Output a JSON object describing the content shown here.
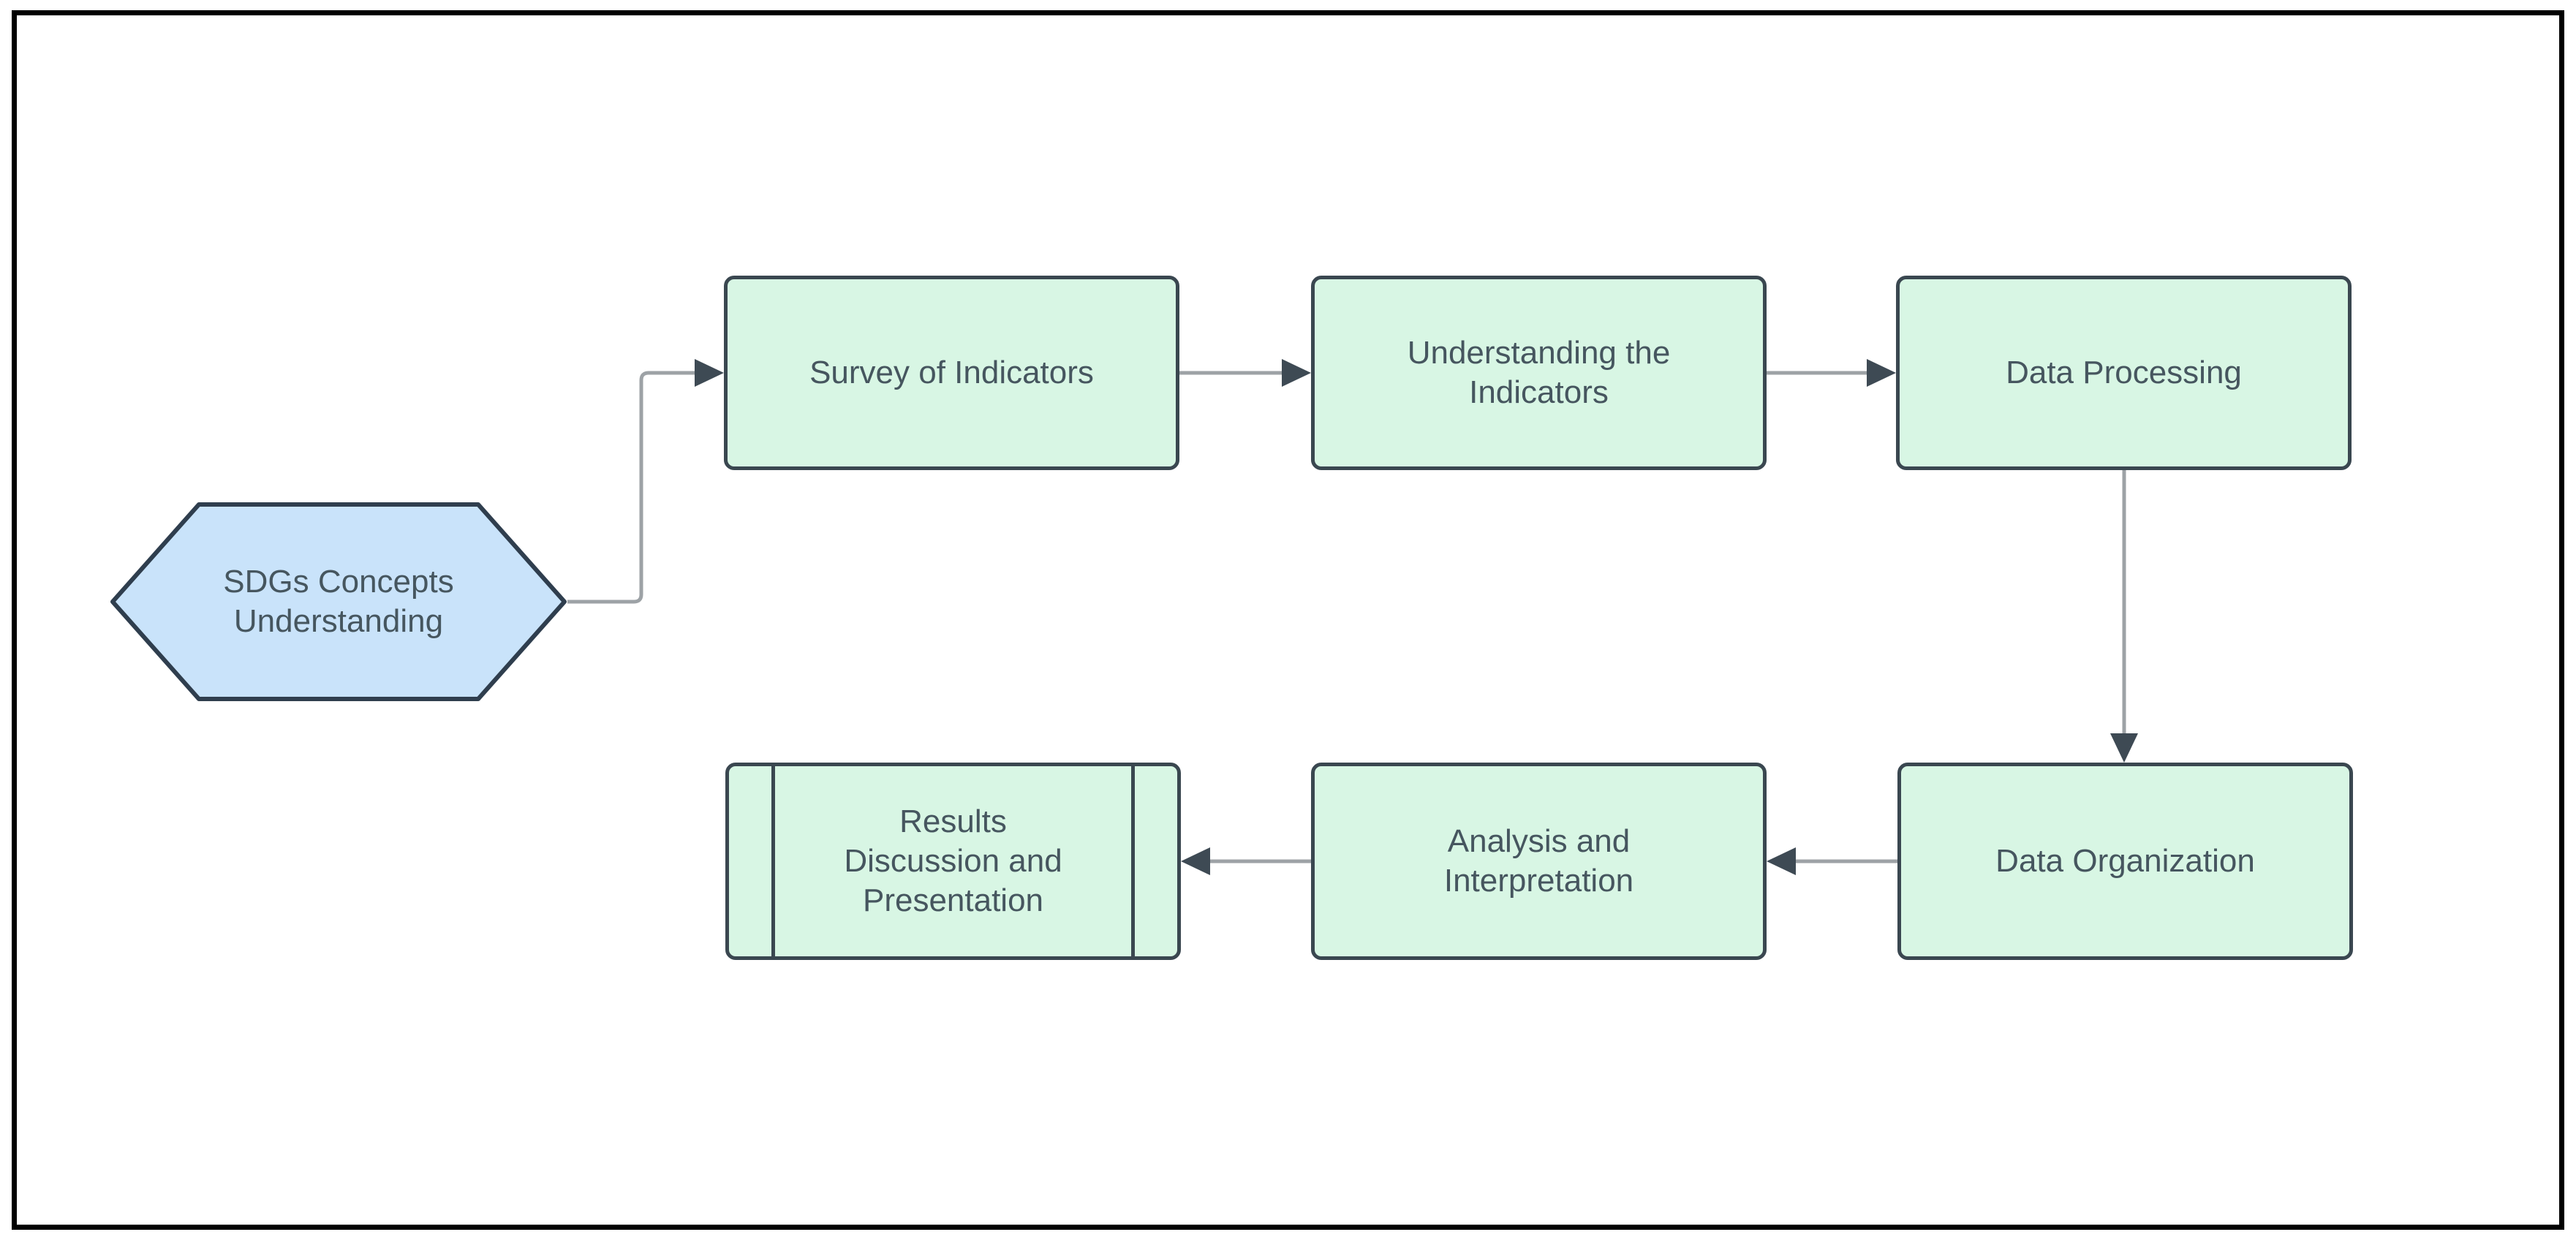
{
  "diagram": {
    "type": "flowchart",
    "background_color": "#ffffff",
    "frame_color": "#000000",
    "colors": {
      "process_fill": "#d8f6e4",
      "process_border": "#3a4750",
      "start_fill": "#c9e3fa",
      "start_border": "#2f3e4e",
      "connector_line": "#9da2a6",
      "arrowhead": "#3e4a54",
      "text": "#46565f"
    },
    "nodes": [
      {
        "id": "sdgs",
        "shape": "hexagon",
        "label": "SDGs Concepts\nUnderstanding"
      },
      {
        "id": "survey",
        "shape": "rounded-rectangle",
        "label": "Survey of Indicators"
      },
      {
        "id": "understanding",
        "shape": "rounded-rectangle",
        "label": "Understanding the\nIndicators"
      },
      {
        "id": "processing",
        "shape": "rounded-rectangle",
        "label": "Data Processing"
      },
      {
        "id": "organization",
        "shape": "rounded-rectangle",
        "label": "Data Organization"
      },
      {
        "id": "analysis",
        "shape": "rounded-rectangle",
        "label": "Analysis and\nInterpretation"
      },
      {
        "id": "results",
        "shape": "predefined-process",
        "label": "Results\nDiscussion and\nPresentation"
      }
    ],
    "connectors": [
      {
        "from": "sdgs",
        "to": "survey",
        "style": "elbow",
        "direction": "right"
      },
      {
        "from": "survey",
        "to": "understanding",
        "style": "straight",
        "direction": "right"
      },
      {
        "from": "understanding",
        "to": "processing",
        "style": "straight",
        "direction": "right"
      },
      {
        "from": "processing",
        "to": "organization",
        "style": "straight",
        "direction": "down"
      },
      {
        "from": "organization",
        "to": "analysis",
        "style": "straight",
        "direction": "left"
      },
      {
        "from": "analysis",
        "to": "results",
        "style": "straight",
        "direction": "left"
      }
    ]
  }
}
